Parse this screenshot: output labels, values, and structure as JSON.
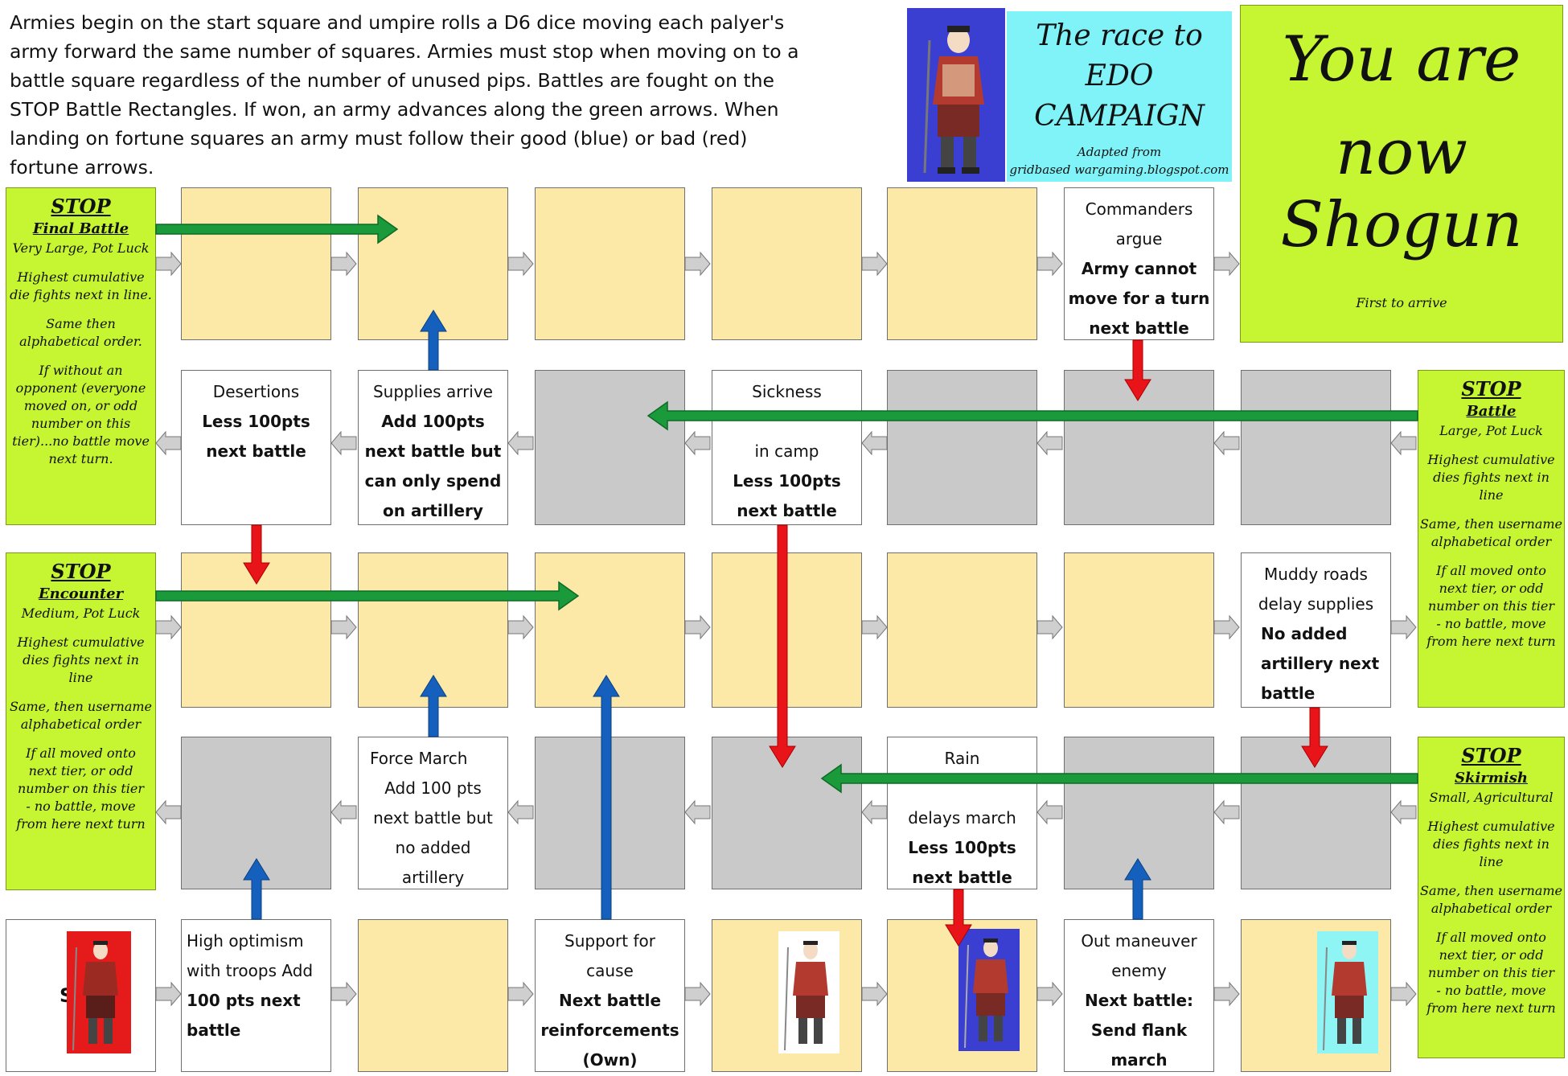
{
  "intro": {
    "lines": [
      "Armies begin on the start square and umpire rolls a D6 dice moving each palyer's",
      "army forward the same number of squares. Armies must stop when moving on to a",
      "battle square regardless of the number of unused pips. Battles are fought on the",
      "STOP Battle Rectangles. If won, an army advances along the green arrows. When",
      "landing on fortune squares an army must follow their good (blue) or bad (red)",
      "fortune arrows."
    ]
  },
  "title": {
    "lines": [
      "The race to",
      "EDO",
      "CAMPAIGN"
    ],
    "adapted_from": "Adapted from",
    "source": "gridbased wargaming.blogspot.com"
  },
  "shogun": {
    "lines": [
      "You are",
      "now",
      "Shogun"
    ],
    "note": "First to arrive"
  },
  "stops": {
    "final_battle": {
      "title": "STOP",
      "subtitle": "Final Battle",
      "size": "Very Large, Pot Luck",
      "rule1": [
        "Highest cumulative",
        "die fights next in line."
      ],
      "rule2": [
        "Same then",
        "alphabetical order."
      ],
      "rule3": [
        "If without an",
        "opponent (everyone",
        "moved on, or odd",
        "number on this",
        "tier)...no battle move",
        "next turn."
      ]
    },
    "battle": {
      "title": "STOP",
      "subtitle": "Battle",
      "size": "Large, Pot Luck",
      "rule1": [
        "Highest cumulative",
        "dies fights next in",
        "line"
      ],
      "rule2": [
        "Same, then username",
        "alphabetical order"
      ],
      "rule3": [
        "If all moved onto",
        "next tier, or odd",
        "number on this tier",
        "- no battle, move",
        "from here next turn"
      ]
    },
    "encounter": {
      "title": "STOP",
      "subtitle": "Encounter",
      "size": "Medium, Pot Luck",
      "rule1": [
        "Highest cumulative",
        "dies fights next in",
        "line"
      ],
      "rule2": [
        "Same, then username",
        "alphabetical order"
      ],
      "rule3": [
        "If all moved onto",
        "next tier, or odd",
        "number on this tier",
        "- no battle, move",
        "from here next turn"
      ]
    },
    "skirmish": {
      "title": "STOP",
      "subtitle": "Skirmish",
      "size": "Small, Agricultural",
      "rule1": [
        "Highest cumulative",
        "dies fights next in",
        "line"
      ],
      "rule2": [
        "Same, then username",
        "alphabetical order"
      ],
      "rule3": [
        "If all moved onto",
        "next tier, or odd",
        "number on this tier",
        "- no battle, move",
        "from here next turn"
      ]
    }
  },
  "squares": {
    "commanders": {
      "lines": [
        "Commanders",
        "argue"
      ],
      "bold": [
        "Army cannot",
        "move for a turn",
        "next battle"
      ]
    },
    "desertions": {
      "lines": [
        "Desertions"
      ],
      "bold": [
        "Less 100pts",
        "next battle"
      ]
    },
    "supplies": {
      "lines": [
        "Supplies arrive"
      ],
      "bold": [
        "Add 100pts",
        "next battle but",
        "can only spend",
        "on artillery"
      ]
    },
    "sickness": {
      "lines": [
        "Sickness",
        "",
        "in camp"
      ],
      "bold": [
        "Less 100pts",
        "next battle"
      ]
    },
    "muddy": {
      "lines": [
        "Muddy roads",
        "delay supplies"
      ],
      "bold": [
        "No added",
        "artillery next",
        "battle"
      ]
    },
    "force_march": {
      "lines": [
        "Force March",
        "Add 100 pts",
        "next battle but",
        "no added",
        "artillery"
      ],
      "bold": []
    },
    "rain": {
      "lines": [
        "Rain",
        "",
        "delays march"
      ],
      "bold": [
        "Less 100pts",
        "next battle"
      ]
    },
    "optimism": {
      "lines": [
        "High optimism",
        "with troops Add"
      ],
      "bold": [
        "100 pts next",
        "battle"
      ]
    },
    "support": {
      "lines": [
        "Support for",
        "cause"
      ],
      "bold": [
        "Next battle",
        "reinforcements",
        "(Own)"
      ]
    },
    "out_maneuver": {
      "lines": [
        "Out maneuver",
        "enemy"
      ],
      "bold": [
        "Next battle:",
        "Send flank",
        "march"
      ]
    }
  },
  "start_letter": "S",
  "colors": {
    "beige": "#fce9a8",
    "grey": "#c9c9c9",
    "lime": "#c6f531",
    "cyan": "#7ff3f7",
    "green_arrow": "#1a9a3a",
    "red_arrow": "#e8141a",
    "blue_arrow": "#1560bd"
  }
}
